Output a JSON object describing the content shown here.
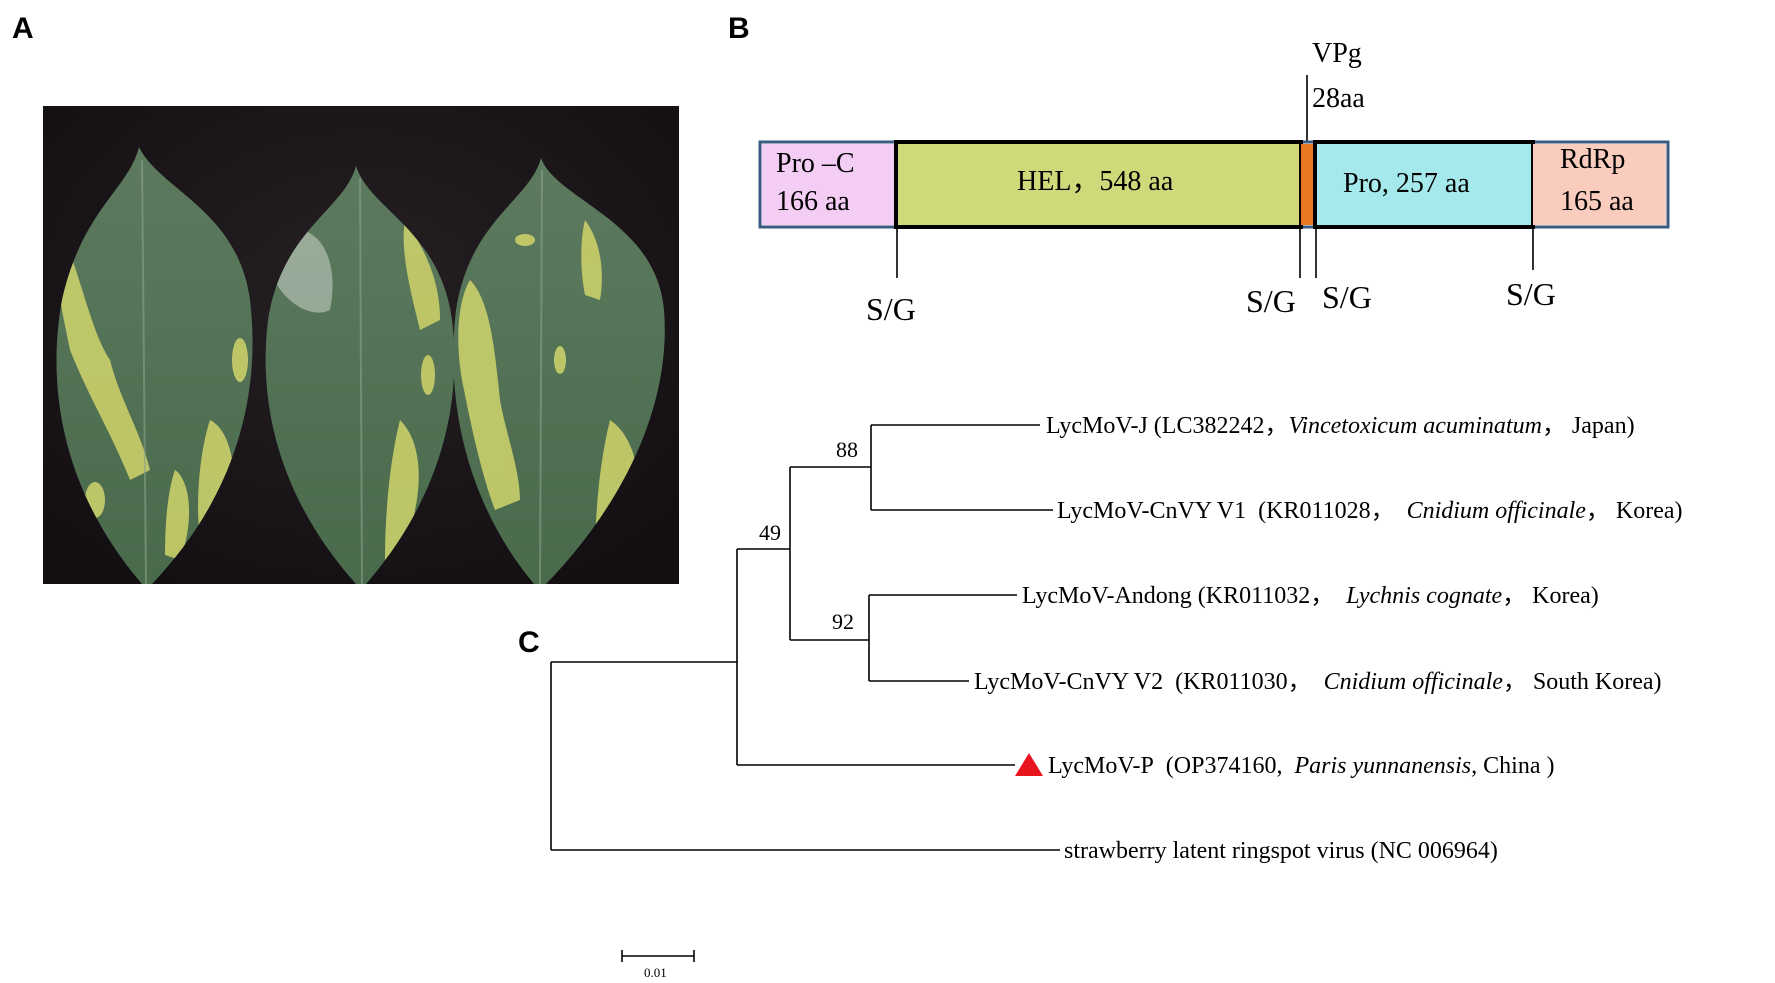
{
  "panels": {
    "a": "A",
    "b": "B",
    "c": "C"
  },
  "photo": {
    "subject": "leaf-photo"
  },
  "genome": {
    "vpg_label": "VPg",
    "vpg_size": "28aa",
    "segments": [
      {
        "line1": "Pro –C",
        "line2": "166 aa",
        "color": "#f4cdf4"
      },
      {
        "line1": "HEL，548 aa",
        "line2": "",
        "color": "#cfd97a"
      },
      {
        "line1": "",
        "line2": "",
        "color": "#e87722"
      },
      {
        "line1": "Pro, 257 aa",
        "line2": "",
        "color": "#a6e9ec"
      },
      {
        "line1": "RdRp",
        "line2": "165 aa",
        "color": "#f9ccbe"
      }
    ],
    "cleavage_label": "S/G"
  },
  "tree": {
    "leaves": [
      {
        "prefix": "LycMoV-J (LC382242，",
        "host": "Vincetoxicum acuminatum",
        "suffix": "， Japan)"
      },
      {
        "prefix": "LycMoV-CnVY V1  (KR011028，",
        "host": "  Cnidium officinale",
        "suffix": "， Korea)"
      },
      {
        "prefix": "LycMoV-Andong (KR011032，",
        "host": "  Lychnis cognate",
        "suffix": "， Korea)"
      },
      {
        "prefix": "LycMoV-CnVY V2  (KR011030，",
        "host": "  Cnidium officinale",
        "suffix": "， South Korea)"
      },
      {
        "prefix": "LycMoV-P  (OP374160,  ",
        "host": "Paris yunnanensis,",
        "suffix": " China )"
      },
      {
        "prefix": "strawberry latent ringspot virus (NC 006964)",
        "host": "",
        "suffix": ""
      }
    ],
    "bootstraps": [
      "88",
      "49",
      "92"
    ],
    "marker_color": "#e8141e",
    "scale_label": "0.01"
  }
}
